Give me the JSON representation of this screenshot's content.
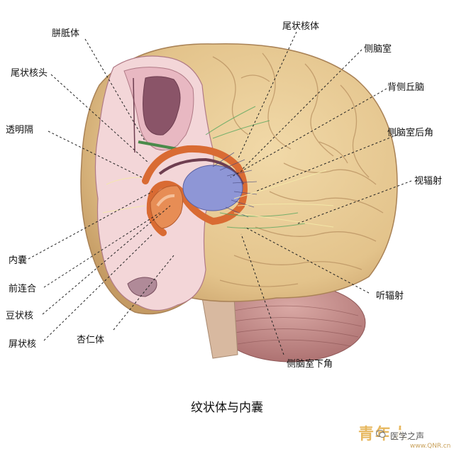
{
  "caption": "纹状体与内囊",
  "labels": {
    "corpus_callosum": "胼胝体",
    "caudate_head": "尾状核头",
    "septum": "透明隔",
    "internal_capsule": "内囊",
    "anterior_commissure": "前连合",
    "lentiform": "豆状核",
    "claustrum": "屏状核",
    "amygdala": "杏仁体",
    "caudate_body": "尾状核体",
    "lateral_ventricle": "侧脑室",
    "dorsal_thalamus": "背侧丘脑",
    "posterior_horn": "侧脑室后角",
    "optic_radiation": "视辐射",
    "auditory_radiation": "听辐射",
    "inferior_horn": "侧脑室下角"
  },
  "watermark": {
    "logo": "青年人",
    "text": "医学之声",
    "url": "www.QNR.cn"
  },
  "colors": {
    "brain": "#e6c68e",
    "brain_shadow": "#c9a46a",
    "cut_surface": "#f2d3d6",
    "ventricle": "#9a5c74",
    "caudate": "#e07a3c",
    "internal_capsule": "#d9d5ea",
    "thalamus": "#8a8fd0",
    "gray_matter": "#cc8ea0"
  }
}
